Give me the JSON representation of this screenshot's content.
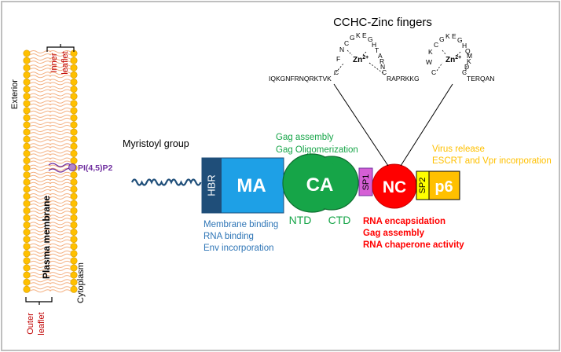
{
  "title": "CCHC-Zinc fingers",
  "membrane": {
    "label": "Plasma membrane",
    "exterior": "Exterior",
    "cytoplasm": "Cytoplasm",
    "inner_leaflet": [
      "Inner",
      "leaflet"
    ],
    "outer_leaflet": [
      "Outer",
      "leaflet"
    ],
    "lipid": "PI(4,5)P2"
  },
  "myristoyl": "Myristoyl group",
  "domains": {
    "hbr": "HBR",
    "ma": "MA",
    "ca": "CA",
    "ntd": "NTD",
    "ctd": "CTD",
    "sp1": "SP1",
    "nc": "NC",
    "sp2": "SP2",
    "p6": "p6"
  },
  "annotations": {
    "ma": [
      "Membrane binding",
      "RNA binding",
      "Env incorporation"
    ],
    "ca": [
      "Gag assembly",
      "Gag Oligomerization"
    ],
    "nc": [
      "RNA encapsidation",
      "Gag assembly",
      "RNA chaperone activity"
    ],
    "p6": [
      "Virus release",
      "ESCRT and Vpr incorporation"
    ]
  },
  "zinc_fingers": {
    "zn": "Zn",
    "charge": "2+",
    "left": {
      "prefix": "IQKGNFRNQRKTVK",
      "suffix": "RAPRKKG",
      "loop": [
        "C",
        "F",
        "N",
        "C",
        "G",
        "K",
        "E",
        "G",
        "H",
        "T",
        "A",
        "R",
        "N",
        "C"
      ]
    },
    "right": {
      "suffix": "TERQAN",
      "loop": [
        "C",
        "W",
        "K",
        "C",
        "G",
        "K",
        "E",
        "G",
        "H",
        "Q",
        "M",
        "K",
        "D",
        "C"
      ]
    }
  },
  "colors": {
    "ma": "#1ea0e6",
    "hbr": "#1f4e79",
    "ca": "#16a548",
    "sp1": "#d55fd5",
    "nc": "#ff0000",
    "sp2": "#ffff00",
    "p6": "#ffc000",
    "ma_text": "#2e75b6",
    "ca_text": "#16a548",
    "nc_text": "#ff0000",
    "p6_text": "#ffc000",
    "leaflet_text": "#c00000",
    "lipid_text": "#7030a0",
    "membrane_head": "#ffc000",
    "membrane_tail": "#f4b183",
    "myristoyl": "#1f4e79"
  }
}
